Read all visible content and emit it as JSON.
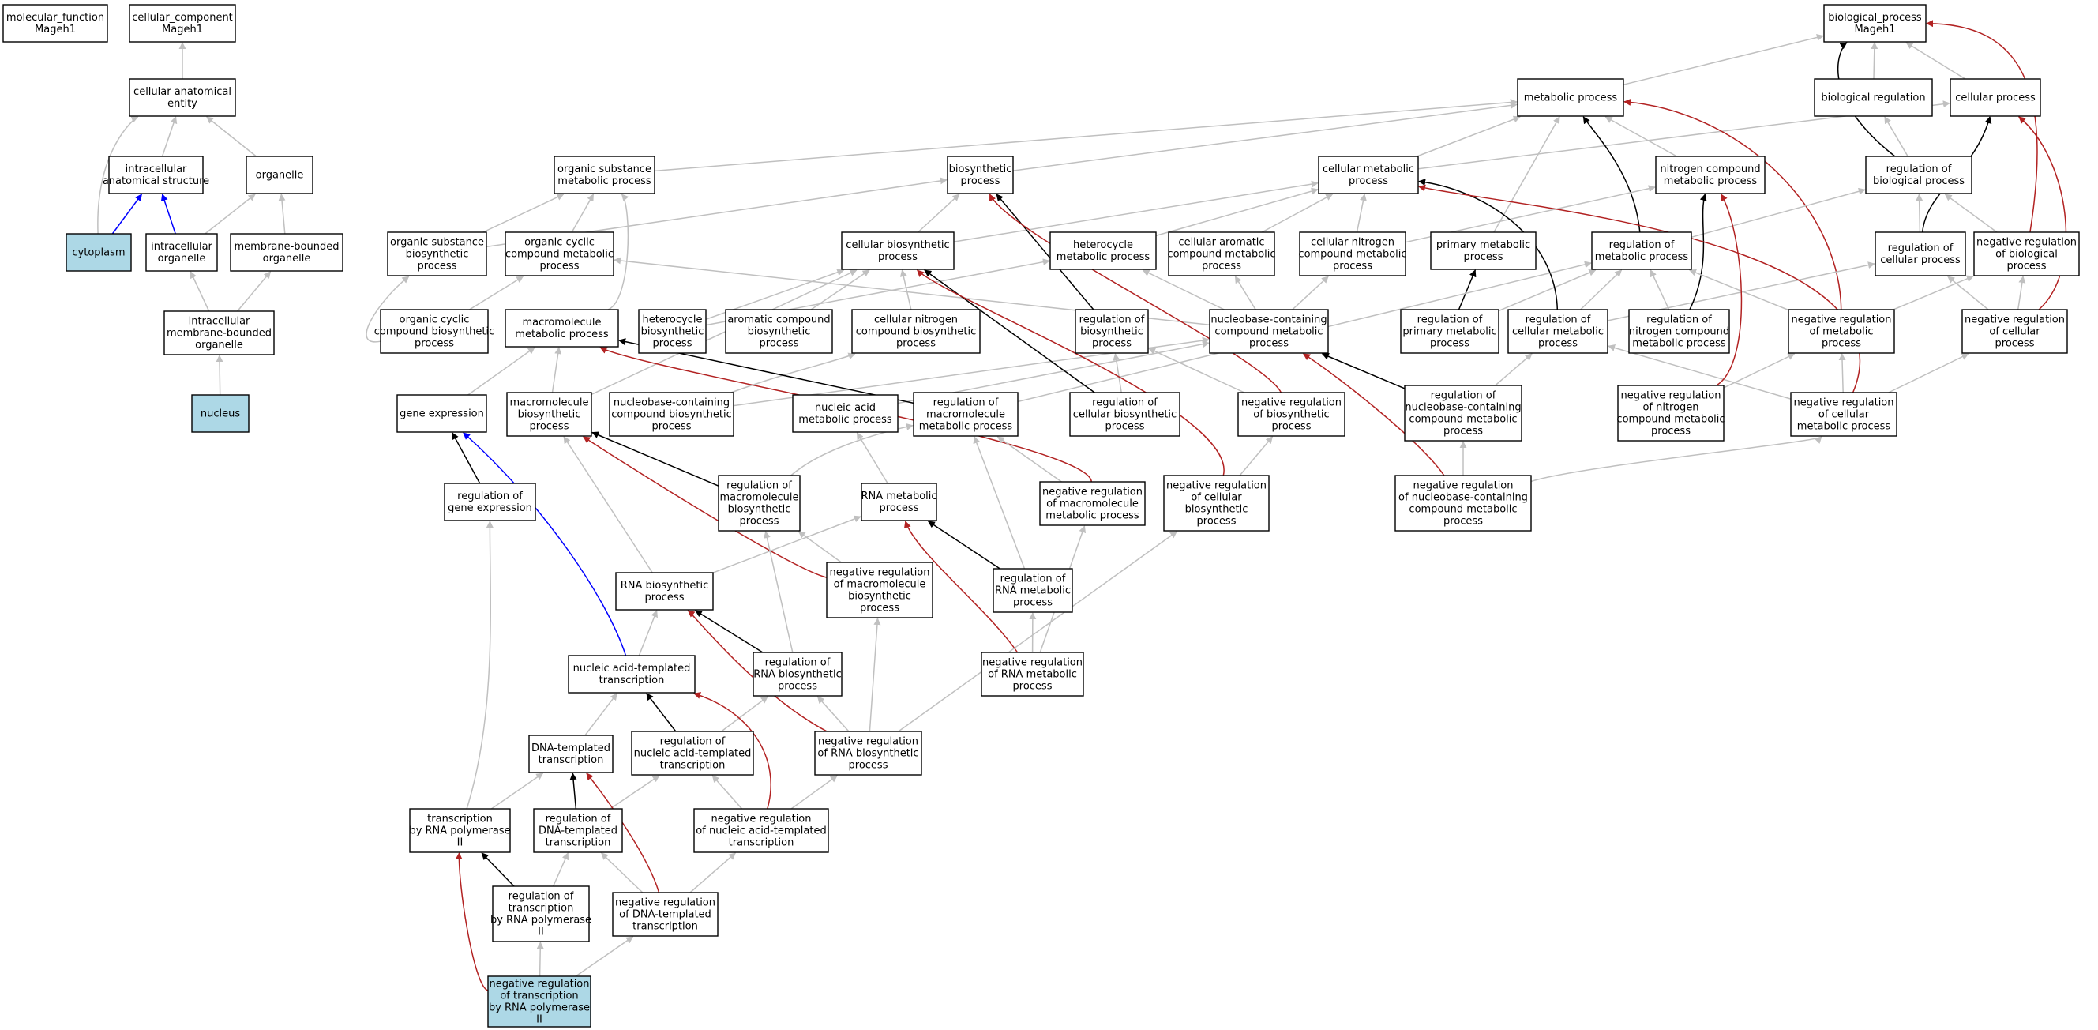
{
  "colors": {
    "is_a": "#c0c0c0",
    "part_of": "#0000ff",
    "regulates": "#000000",
    "negatively_regulates": "#b22222",
    "highlight_fill": "#add8e6"
  },
  "nodes": [
    {
      "id": "mf",
      "lines": [
        "molecular_function",
        "Mageh1"
      ]
    },
    {
      "id": "cc",
      "lines": [
        "cellular_component",
        "Mageh1"
      ]
    },
    {
      "id": "cae",
      "lines": [
        "cellular anatomical",
        "entity"
      ]
    },
    {
      "id": "ias",
      "lines": [
        "intracellular",
        "anatomical structure"
      ]
    },
    {
      "id": "organelle",
      "lines": [
        "organelle"
      ]
    },
    {
      "id": "cytoplasm",
      "lines": [
        "cytoplasm"
      ],
      "highlight": true
    },
    {
      "id": "io",
      "lines": [
        "intracellular",
        "organelle"
      ]
    },
    {
      "id": "mbo",
      "lines": [
        "membrane-bounded",
        "organelle"
      ]
    },
    {
      "id": "imbo",
      "lines": [
        "intracellular",
        "membrane-bounded",
        "organelle"
      ]
    },
    {
      "id": "nucleus",
      "lines": [
        "nucleus"
      ],
      "highlight": true
    },
    {
      "id": "bp",
      "lines": [
        "biological_process",
        "Mageh1"
      ]
    },
    {
      "id": "metab",
      "lines": [
        "metabolic process"
      ]
    },
    {
      "id": "bioreg",
      "lines": [
        "biological regulation"
      ]
    },
    {
      "id": "cellproc",
      "lines": [
        "cellular process"
      ]
    },
    {
      "id": "osmp",
      "lines": [
        "organic substance",
        "metabolic process"
      ]
    },
    {
      "id": "biosyn",
      "lines": [
        "biosynthetic",
        "process"
      ]
    },
    {
      "id": "cmp",
      "lines": [
        "cellular metabolic",
        "process"
      ]
    },
    {
      "id": "ncmp",
      "lines": [
        "nitrogen compound",
        "metabolic process"
      ]
    },
    {
      "id": "regbp",
      "lines": [
        "regulation of",
        "biological process"
      ]
    },
    {
      "id": "osbp",
      "lines": [
        "organic substance",
        "biosynthetic",
        "process"
      ]
    },
    {
      "id": "occmp",
      "lines": [
        "organic cyclic",
        "compound metabolic",
        "process"
      ]
    },
    {
      "id": "cbp",
      "lines": [
        "cellular biosynthetic",
        "process"
      ]
    },
    {
      "id": "hmp",
      "lines": [
        "heterocycle",
        "metabolic process"
      ]
    },
    {
      "id": "cacmp",
      "lines": [
        "cellular aromatic",
        "compound metabolic",
        "process"
      ]
    },
    {
      "id": "cncmp",
      "lines": [
        "cellular nitrogen",
        "compound metabolic",
        "process"
      ]
    },
    {
      "id": "pmp",
      "lines": [
        "primary metabolic",
        "process"
      ]
    },
    {
      "id": "regmp",
      "lines": [
        "regulation of",
        "metabolic process"
      ]
    },
    {
      "id": "regcp",
      "lines": [
        "regulation of",
        "cellular process"
      ]
    },
    {
      "id": "negregbp",
      "lines": [
        "negative regulation",
        "of biological",
        "process"
      ]
    },
    {
      "id": "occbp",
      "lines": [
        "organic cyclic",
        "compound biosynthetic",
        "process"
      ]
    },
    {
      "id": "mmp",
      "lines": [
        "macromolecule",
        "metabolic process"
      ]
    },
    {
      "id": "hbp",
      "lines": [
        "heterocycle",
        "biosynthetic",
        "process"
      ]
    },
    {
      "id": "acbp",
      "lines": [
        "aromatic compound",
        "biosynthetic",
        "process"
      ]
    },
    {
      "id": "cncbp",
      "lines": [
        "cellular nitrogen",
        "compound biosynthetic",
        "process"
      ]
    },
    {
      "id": "regbiosyn",
      "lines": [
        "regulation of",
        "biosynthetic",
        "process"
      ]
    },
    {
      "id": "nccmp",
      "lines": [
        "nucleobase-containing",
        "compound metabolic",
        "process"
      ]
    },
    {
      "id": "regppmp",
      "lines": [
        "regulation of",
        "primary metabolic",
        "process"
      ]
    },
    {
      "id": "regcmp",
      "lines": [
        "regulation of",
        "cellular metabolic",
        "process"
      ]
    },
    {
      "id": "regncmp",
      "lines": [
        "regulation of",
        "nitrogen compound",
        "metabolic process"
      ]
    },
    {
      "id": "negregmp",
      "lines": [
        "negative regulation",
        "of metabolic",
        "process"
      ]
    },
    {
      "id": "negregcp",
      "lines": [
        "negative regulation",
        "of cellular",
        "process"
      ]
    },
    {
      "id": "geneexp",
      "lines": [
        "gene expression"
      ]
    },
    {
      "id": "mbp",
      "lines": [
        "macromolecule",
        "biosynthetic",
        "process"
      ]
    },
    {
      "id": "nccbp",
      "lines": [
        "nucleobase-containing",
        "compound biosynthetic",
        "process"
      ]
    },
    {
      "id": "namp",
      "lines": [
        "nucleic acid",
        "metabolic process"
      ]
    },
    {
      "id": "regmmp",
      "lines": [
        "regulation of",
        "macromolecule",
        "metabolic process"
      ]
    },
    {
      "id": "regcbp",
      "lines": [
        "regulation of",
        "cellular biosynthetic",
        "process"
      ]
    },
    {
      "id": "negregbiosyn",
      "lines": [
        "negative regulation",
        "of biosynthetic",
        "process"
      ]
    },
    {
      "id": "regnccmp",
      "lines": [
        "regulation of",
        "nucleobase-containing",
        "compound metabolic",
        "process"
      ]
    },
    {
      "id": "negregncmp",
      "lines": [
        "negative regulation",
        "of nitrogen",
        "compound metabolic",
        "process"
      ]
    },
    {
      "id": "negregcmp",
      "lines": [
        "negative regulation",
        "of cellular",
        "metabolic process"
      ]
    },
    {
      "id": "reggeneexp",
      "lines": [
        "regulation of",
        "gene expression"
      ]
    },
    {
      "id": "regmbp",
      "lines": [
        "regulation of",
        "macromolecule",
        "biosynthetic",
        "process"
      ]
    },
    {
      "id": "rnamp",
      "lines": [
        "RNA metabolic",
        "process"
      ]
    },
    {
      "id": "negregmmp",
      "lines": [
        "negative regulation",
        "of macromolecule",
        "metabolic process"
      ]
    },
    {
      "id": "negregcbp",
      "lines": [
        "negative regulation",
        "of cellular",
        "biosynthetic",
        "process"
      ]
    },
    {
      "id": "negregnccmp",
      "lines": [
        "negative regulation",
        "of nucleobase-containing",
        "compound metabolic",
        "process"
      ]
    },
    {
      "id": "rnabp",
      "lines": [
        "RNA biosynthetic",
        "process"
      ]
    },
    {
      "id": "negregmbp",
      "lines": [
        "negative regulation",
        "of macromolecule",
        "biosynthetic",
        "process"
      ]
    },
    {
      "id": "regrnamp",
      "lines": [
        "regulation of",
        "RNA metabolic",
        "process"
      ]
    },
    {
      "id": "natt",
      "lines": [
        "nucleic acid-templated",
        "transcription"
      ]
    },
    {
      "id": "regrnabp",
      "lines": [
        "regulation of",
        "RNA biosynthetic",
        "process"
      ]
    },
    {
      "id": "negregrnamp",
      "lines": [
        "negative regulation",
        "of RNA metabolic",
        "process"
      ]
    },
    {
      "id": "dtt",
      "lines": [
        "DNA-templated",
        "transcription"
      ]
    },
    {
      "id": "regnatt",
      "lines": [
        "regulation of",
        "nucleic acid-templated",
        "transcription"
      ]
    },
    {
      "id": "negregrnabp",
      "lines": [
        "negative regulation",
        "of RNA biosynthetic",
        "process"
      ]
    },
    {
      "id": "trp2",
      "lines": [
        "transcription",
        "by RNA polymerase",
        "II"
      ]
    },
    {
      "id": "regdtt",
      "lines": [
        "regulation of",
        "DNA-templated",
        "transcription"
      ]
    },
    {
      "id": "negregnatt",
      "lines": [
        "negative regulation",
        "of nucleic acid-templated",
        "transcription"
      ]
    },
    {
      "id": "regtrp2",
      "lines": [
        "regulation of",
        "transcription",
        "by RNA polymerase",
        "II"
      ]
    },
    {
      "id": "negregdtt",
      "lines": [
        "negative regulation",
        "of DNA-templated",
        "transcription"
      ]
    },
    {
      "id": "negregtrp2",
      "lines": [
        "negative regulation",
        "of transcription",
        "by RNA polymerase",
        "II"
      ],
      "highlight": true
    }
  ],
  "edges": [
    [
      "cae",
      "cc",
      "is_a"
    ],
    [
      "ias",
      "cae",
      "is_a"
    ],
    [
      "organelle",
      "cae",
      "is_a"
    ],
    [
      "cytoplasm",
      "cae",
      "is_a"
    ],
    [
      "cytoplasm",
      "ias",
      "part_of"
    ],
    [
      "io",
      "ias",
      "part_of"
    ],
    [
      "io",
      "organelle",
      "is_a"
    ],
    [
      "mbo",
      "organelle",
      "is_a"
    ],
    [
      "imbo",
      "io",
      "is_a"
    ],
    [
      "imbo",
      "mbo",
      "is_a"
    ],
    [
      "nucleus",
      "imbo",
      "is_a"
    ],
    [
      "metab",
      "bp",
      "is_a"
    ],
    [
      "bioreg",
      "bp",
      "is_a"
    ],
    [
      "cellproc",
      "bp",
      "is_a"
    ],
    [
      "regbp",
      "bp",
      "regulates"
    ],
    [
      "negregbp",
      "bp",
      "negatively_regulates"
    ],
    [
      "regbp",
      "bioreg",
      "is_a"
    ],
    [
      "osmp",
      "metab",
      "is_a"
    ],
    [
      "biosyn",
      "metab",
      "is_a"
    ],
    [
      "cmp",
      "metab",
      "is_a"
    ],
    [
      "cmp",
      "cellproc",
      "is_a"
    ],
    [
      "ncmp",
      "metab",
      "is_a"
    ],
    [
      "pmp",
      "metab",
      "is_a"
    ],
    [
      "regmp",
      "metab",
      "regulates"
    ],
    [
      "negregmp",
      "metab",
      "negatively_regulates"
    ],
    [
      "regmp",
      "regbp",
      "is_a"
    ],
    [
      "regcp",
      "regbp",
      "is_a"
    ],
    [
      "regcp",
      "cellproc",
      "regulates"
    ],
    [
      "negregbp",
      "regbp",
      "is_a"
    ],
    [
      "negregcp",
      "cellproc",
      "negatively_regulates"
    ],
    [
      "negregcp",
      "regcp",
      "is_a"
    ],
    [
      "negregcp",
      "negregbp",
      "is_a"
    ],
    [
      "osbp",
      "osmp",
      "is_a"
    ],
    [
      "osbp",
      "biosyn",
      "is_a"
    ],
    [
      "occmp",
      "osmp",
      "is_a"
    ],
    [
      "cbp",
      "biosyn",
      "is_a"
    ],
    [
      "cbp",
      "cmp",
      "is_a"
    ],
    [
      "hmp",
      "cmp",
      "is_a"
    ],
    [
      "cacmp",
      "cmp",
      "is_a"
    ],
    [
      "cncmp",
      "cmp",
      "is_a"
    ],
    [
      "cncmp",
      "ncmp",
      "is_a"
    ],
    [
      "occbp",
      "osbp",
      "is_a"
    ],
    [
      "occbp",
      "occmp",
      "is_a"
    ],
    [
      "mmp",
      "osmp",
      "is_a"
    ],
    [
      "hbp",
      "hmp",
      "is_a"
    ],
    [
      "hbp",
      "cbp",
      "is_a"
    ],
    [
      "acbp",
      "cbp",
      "is_a"
    ],
    [
      "cncbp",
      "cbp",
      "is_a"
    ],
    [
      "regbiosyn",
      "biosyn",
      "regulates"
    ],
    [
      "nccmp",
      "occmp",
      "is_a"
    ],
    [
      "nccmp",
      "hmp",
      "is_a"
    ],
    [
      "nccmp",
      "cacmp",
      "is_a"
    ],
    [
      "nccmp",
      "cncmp",
      "is_a"
    ],
    [
      "regppmp",
      "pmp",
      "regulates"
    ],
    [
      "regppmp",
      "regmp",
      "is_a"
    ],
    [
      "regcmp",
      "cmp",
      "regulates"
    ],
    [
      "regcmp",
      "regmp",
      "is_a"
    ],
    [
      "regcmp",
      "regcp",
      "is_a"
    ],
    [
      "regncmp",
      "ncmp",
      "regulates"
    ],
    [
      "regncmp",
      "regmp",
      "is_a"
    ],
    [
      "negregmp",
      "regmp",
      "is_a"
    ],
    [
      "negregmp",
      "negregbp",
      "is_a"
    ],
    [
      "negregcmp",
      "cmp",
      "negatively_regulates"
    ],
    [
      "negregcmp",
      "negregmp",
      "is_a"
    ],
    [
      "negregcmp",
      "negregcp",
      "is_a"
    ],
    [
      "negregcmp",
      "regcmp",
      "is_a"
    ],
    [
      "negregncmp",
      "ncmp",
      "negatively_regulates"
    ],
    [
      "negregncmp",
      "negregmp",
      "is_a"
    ],
    [
      "geneexp",
      "mmp",
      "is_a"
    ],
    [
      "mbp",
      "mmp",
      "is_a"
    ],
    [
      "mbp",
      "cbp",
      "is_a"
    ],
    [
      "nccbp",
      "nccmp",
      "is_a"
    ],
    [
      "nccbp",
      "cncbp",
      "is_a"
    ],
    [
      "namp",
      "nccmp",
      "is_a"
    ],
    [
      "regmmp",
      "mmp",
      "regulates"
    ],
    [
      "regmmp",
      "regmp",
      "is_a"
    ],
    [
      "regcbp",
      "cbp",
      "regulates"
    ],
    [
      "regcbp",
      "regbiosyn",
      "is_a"
    ],
    [
      "negregbiosyn",
      "biosyn",
      "negatively_regulates"
    ],
    [
      "negregbiosyn",
      "regbiosyn",
      "is_a"
    ],
    [
      "regnccmp",
      "nccmp",
      "regulates"
    ],
    [
      "regnccmp",
      "regcmp",
      "is_a"
    ],
    [
      "reggeneexp",
      "geneexp",
      "regulates"
    ],
    [
      "regmbp",
      "mbp",
      "regulates"
    ],
    [
      "regmbp",
      "regmmp",
      "is_a"
    ],
    [
      "rnamp",
      "namp",
      "is_a"
    ],
    [
      "negregmmp",
      "mmp",
      "negatively_regulates"
    ],
    [
      "negregmmp",
      "regmmp",
      "is_a"
    ],
    [
      "negregcbp",
      "cbp",
      "negatively_regulates"
    ],
    [
      "negregcbp",
      "negregbiosyn",
      "is_a"
    ],
    [
      "negregnccmp",
      "nccmp",
      "negatively_regulates"
    ],
    [
      "negregnccmp",
      "regnccmp",
      "is_a"
    ],
    [
      "negregnccmp",
      "negregcmp",
      "is_a"
    ],
    [
      "rnabp",
      "mbp",
      "is_a"
    ],
    [
      "rnabp",
      "rnamp",
      "is_a"
    ],
    [
      "negregmbp",
      "mbp",
      "negatively_regulates"
    ],
    [
      "negregmbp",
      "regmbp",
      "is_a"
    ],
    [
      "regrnamp",
      "rnamp",
      "regulates"
    ],
    [
      "regrnamp",
      "regmmp",
      "is_a"
    ],
    [
      "natt",
      "geneexp",
      "part_of"
    ],
    [
      "natt",
      "rnabp",
      "is_a"
    ],
    [
      "regrnabp",
      "rnabp",
      "regulates"
    ],
    [
      "regrnabp",
      "regmbp",
      "is_a"
    ],
    [
      "negregrnamp",
      "rnamp",
      "negatively_regulates"
    ],
    [
      "negregrnamp",
      "regrnamp",
      "is_a"
    ],
    [
      "negregrnamp",
      "negregmmp",
      "is_a"
    ],
    [
      "dtt",
      "natt",
      "is_a"
    ],
    [
      "regnatt",
      "natt",
      "regulates"
    ],
    [
      "regnatt",
      "regrnabp",
      "is_a"
    ],
    [
      "negregrnabp",
      "rnabp",
      "negatively_regulates"
    ],
    [
      "negregrnabp",
      "regrnabp",
      "is_a"
    ],
    [
      "negregrnabp",
      "negregmbp",
      "is_a"
    ],
    [
      "negregrnabp",
      "negregcbp",
      "is_a"
    ],
    [
      "trp2",
      "dtt",
      "is_a"
    ],
    [
      "trp2",
      "reggeneexp",
      "is_a"
    ],
    [
      "regdtt",
      "dtt",
      "regulates"
    ],
    [
      "regdtt",
      "regnatt",
      "is_a"
    ],
    [
      "negregnatt",
      "natt",
      "negatively_regulates"
    ],
    [
      "negregnatt",
      "regnatt",
      "is_a"
    ],
    [
      "negregnatt",
      "negregrnabp",
      "is_a"
    ],
    [
      "regtrp2",
      "trp2",
      "regulates"
    ],
    [
      "regtrp2",
      "regdtt",
      "is_a"
    ],
    [
      "negregdtt",
      "dtt",
      "negatively_regulates"
    ],
    [
      "negregdtt",
      "regdtt",
      "is_a"
    ],
    [
      "negregdtt",
      "negregnatt",
      "is_a"
    ],
    [
      "negregtrp2",
      "trp2",
      "negatively_regulates"
    ],
    [
      "negregtrp2",
      "regtrp2",
      "is_a"
    ],
    [
      "negregtrp2",
      "negregdtt",
      "is_a"
    ]
  ]
}
